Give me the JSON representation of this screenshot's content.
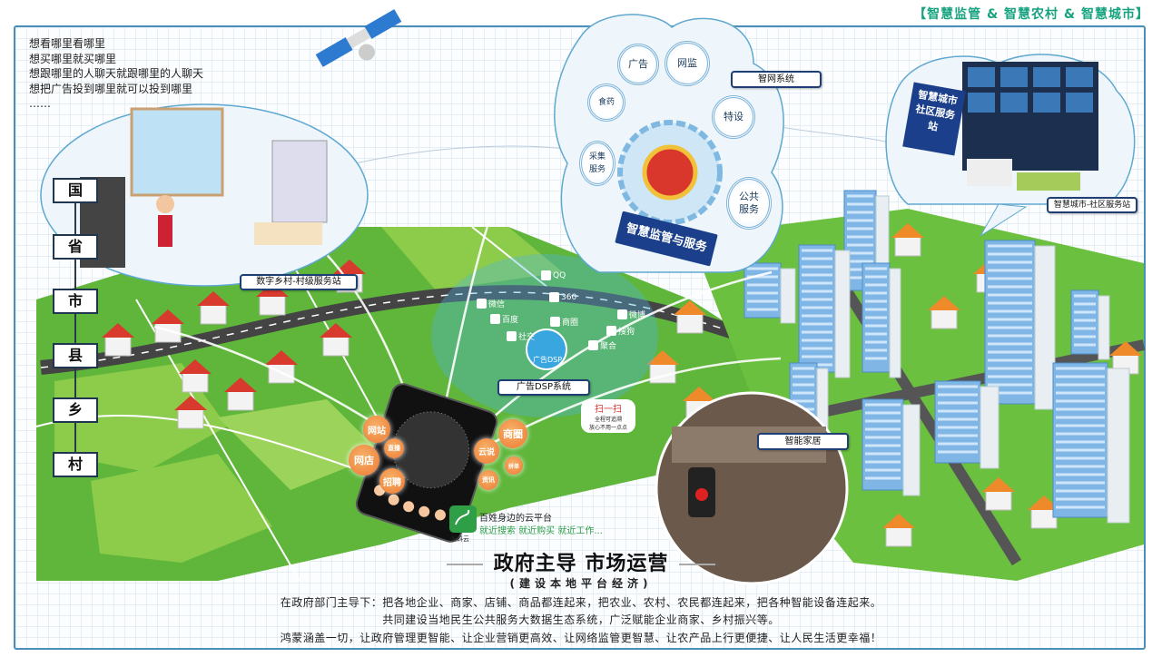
{
  "header": {
    "title": "【智慧监管 & 智慧农村 & 智慧城市】"
  },
  "intro": [
    "想看哪里看哪里",
    "想买哪里就买哪里",
    "想跟哪里的人聊天就跟哪里的人聊天",
    "想把广告投到哪里就可以投到哪里",
    "……"
  ],
  "levels": [
    "国",
    "省",
    "市",
    "县",
    "乡",
    "村"
  ],
  "village": {
    "label": "数字乡村-村级服务站"
  },
  "supervision": {
    "banner": "智慧监管与服务",
    "system_label": "智网系统",
    "circles": [
      "广告",
      "网监",
      "食药",
      "特设",
      "采集服务",
      "公共服务"
    ]
  },
  "community": {
    "sign": "智慧城市社区服务站",
    "label": "智慧城市-社区服务站"
  },
  "dsp": {
    "center": "广告DSP",
    "label": "广告DSP系统",
    "apps": [
      "QQ",
      "360",
      "微信",
      "百度",
      "商圈",
      "微博",
      "社交",
      "搜狗",
      "聚合"
    ],
    "scan": {
      "title": "扫一扫",
      "line1": "全程可追溯",
      "line2": "放心不用一点点"
    }
  },
  "phone": {
    "bubbles": [
      "网站",
      "直播",
      "网店",
      "招聘",
      "商圈",
      "云说",
      "拼单",
      "资讯"
    ],
    "app_name": "蝌蚪云",
    "tagline": "百姓身边的云平台",
    "features": "就近搜索 就近购买 就近工作..."
  },
  "smart_home": {
    "label": "智能家居"
  },
  "footer": {
    "slogan_left": "政府主导",
    "slogan_right": "市场运营",
    "subtitle": "(建设本地平台经济)",
    "lines": [
      "在政府部门主导下：把各地企业、商家、店铺、商品都连起来，把农业、农村、农民都连起来，把各种智能设备连起来。",
      "共同建设当地民生公共服务大数据生态系统，广泛赋能企业商家、乡村振兴等。",
      "鸿蒙涵盖一切，让政府管理更智能、让企业营销更高效、让网络监管更智慧、让农产品上行更便捷、让人民生活更幸福！"
    ]
  }
}
